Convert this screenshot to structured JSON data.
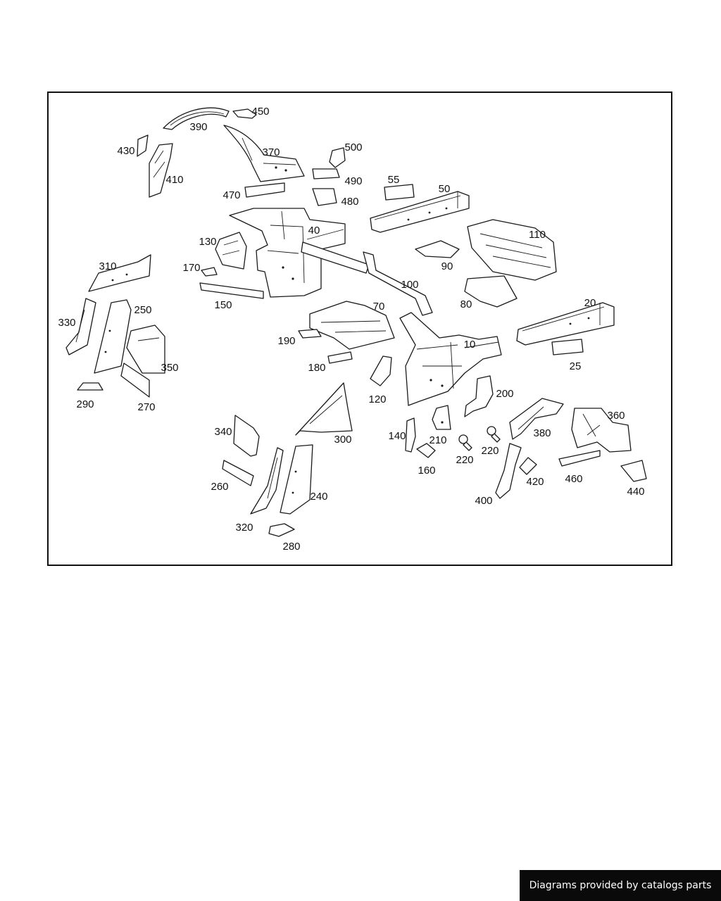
{
  "diagram": {
    "callouts": [
      {
        "id": "450",
        "label": "450"
      },
      {
        "id": "390",
        "label": "390"
      },
      {
        "id": "430",
        "label": "430"
      },
      {
        "id": "410",
        "label": "410"
      },
      {
        "id": "370",
        "label": "370"
      },
      {
        "id": "500",
        "label": "500"
      },
      {
        "id": "490",
        "label": "490"
      },
      {
        "id": "470",
        "label": "470"
      },
      {
        "id": "480",
        "label": "480"
      },
      {
        "id": "55",
        "label": "55"
      },
      {
        "id": "50",
        "label": "50"
      },
      {
        "id": "40",
        "label": "40"
      },
      {
        "id": "130",
        "label": "130"
      },
      {
        "id": "110",
        "label": "110"
      },
      {
        "id": "90",
        "label": "90"
      },
      {
        "id": "170",
        "label": "170"
      },
      {
        "id": "310",
        "label": "310"
      },
      {
        "id": "100",
        "label": "100"
      },
      {
        "id": "150",
        "label": "150"
      },
      {
        "id": "80",
        "label": "80"
      },
      {
        "id": "70",
        "label": "70"
      },
      {
        "id": "20",
        "label": "20"
      },
      {
        "id": "250",
        "label": "250"
      },
      {
        "id": "330",
        "label": "330"
      },
      {
        "id": "190",
        "label": "190"
      },
      {
        "id": "10",
        "label": "10"
      },
      {
        "id": "25",
        "label": "25"
      },
      {
        "id": "350",
        "label": "350"
      },
      {
        "id": "180",
        "label": "180"
      },
      {
        "id": "200",
        "label": "200"
      },
      {
        "id": "120",
        "label": "120"
      },
      {
        "id": "290",
        "label": "290"
      },
      {
        "id": "270",
        "label": "270"
      },
      {
        "id": "360",
        "label": "360"
      },
      {
        "id": "380",
        "label": "380"
      },
      {
        "id": "340",
        "label": "340"
      },
      {
        "id": "300",
        "label": "300"
      },
      {
        "id": "140",
        "label": "140"
      },
      {
        "id": "210",
        "label": "210"
      },
      {
        "id": "220a",
        "label": "220"
      },
      {
        "id": "220b",
        "label": "220"
      },
      {
        "id": "160",
        "label": "160"
      },
      {
        "id": "260",
        "label": "260"
      },
      {
        "id": "240",
        "label": "240"
      },
      {
        "id": "400",
        "label": "400"
      },
      {
        "id": "420",
        "label": "420"
      },
      {
        "id": "460",
        "label": "460"
      },
      {
        "id": "440",
        "label": "440"
      },
      {
        "id": "320",
        "label": "320"
      },
      {
        "id": "280",
        "label": "280"
      }
    ]
  },
  "footer": {
    "credit": "Diagrams provided by catalogs parts"
  }
}
